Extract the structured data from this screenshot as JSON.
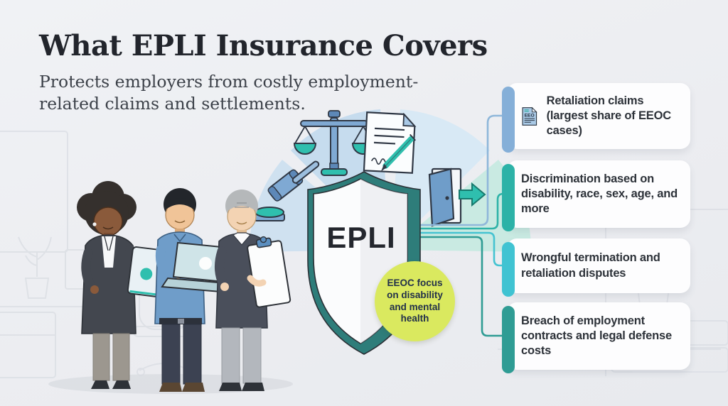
{
  "header": {
    "title": "What EPLI Insurance Covers",
    "subtitle": "Protects employers from costly employment-related claims and settlements."
  },
  "shield": {
    "label": "EPLI"
  },
  "badge": {
    "text": "EEOC focus on disability and mental health",
    "color": "#dae95f"
  },
  "fan": {
    "icons": [
      "gavel",
      "scales-of-justice",
      "signed-contract",
      "exit-door"
    ]
  },
  "cards": [
    {
      "label": "Retaliation claims (largest share of EEOC cases)",
      "icon": "eeo-document",
      "icon_label": "EEO",
      "accent": "#85afd8"
    },
    {
      "label": "Discrimination based on disability, race, sex, age, and more",
      "accent": "#2cb2a7"
    },
    {
      "label": "Wrongful termination and retaliation disputes",
      "accent": "#40c3d2"
    },
    {
      "label": "Breach of employment contracts and legal defense costs",
      "accent": "#2f9c94"
    }
  ],
  "connectors": [
    {
      "color": "#8fb7da"
    },
    {
      "color": "#2fb3a8"
    },
    {
      "color": "#45c3d1"
    },
    {
      "color": "#2f9c94"
    }
  ],
  "colors": {
    "shield_teal": "#2e7d7a",
    "shield_face": "#fbfcfd",
    "fan_blue_1": "#cfe1f0",
    "fan_blue_2": "#c6dcee",
    "fan_blue_3": "#d8e9f5",
    "fan_mint": "#c9eae2"
  }
}
